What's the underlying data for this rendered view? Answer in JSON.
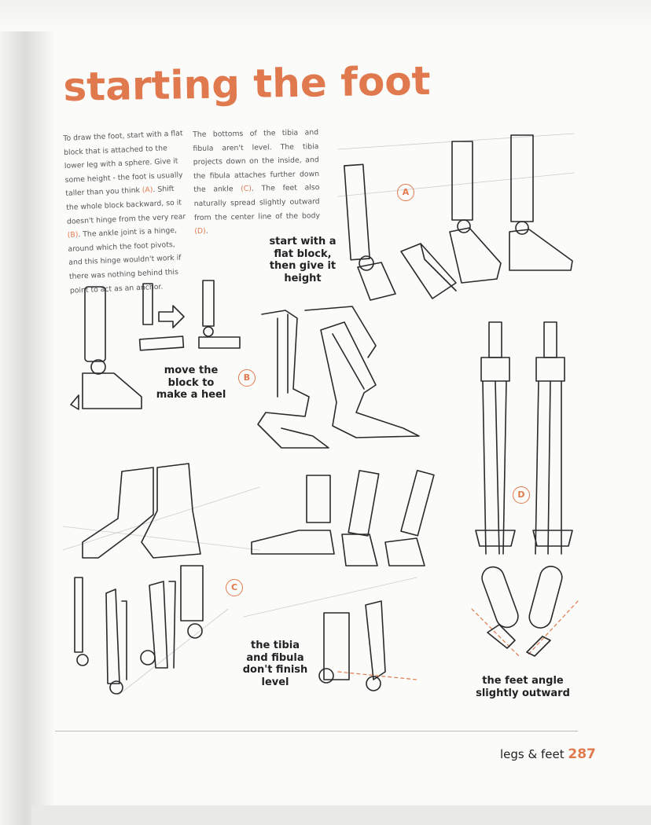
{
  "title": "starting the foot",
  "intro": {
    "col1": [
      {
        "text": "To draw the foot, start with a flat block that is attached to the lower leg with a sphere. Give it some height - the foot is usually taller than you think "
      },
      {
        "ref": "(A)"
      },
      {
        "text": ". Shift the whole block backward, so it doesn't hinge from the very rear "
      },
      {
        "ref": "(B)"
      },
      {
        "text": ". The ankle joint is a hinge, around which the foot pivots, and this hinge wouldn't work if there was nothing behind this point to act as an anchor."
      }
    ],
    "col2": [
      {
        "text": "The bottoms of the tibia and fibula aren't level. The tibia projects down on the inside, and the fibula attaches further down the ankle "
      },
      {
        "ref": "(C)"
      },
      {
        "text": ". The feet also naturally spread slightly outward from the center line of the body "
      },
      {
        "ref": "(D)"
      },
      {
        "text": "."
      }
    ]
  },
  "captions": {
    "flat_block": "start with a flat block, then give it height",
    "move_block": "move the block to make a heel",
    "tibia_fibula": "the tibia and fibula don't finish level",
    "feet_angle": "the feet angle slightly outward"
  },
  "badges": {
    "a": "A",
    "b": "B",
    "c": "C",
    "d": "D"
  },
  "footer": {
    "section": "legs & feet",
    "page": "287"
  },
  "colors": {
    "accent": "#e07a4e",
    "text": "#333333"
  }
}
